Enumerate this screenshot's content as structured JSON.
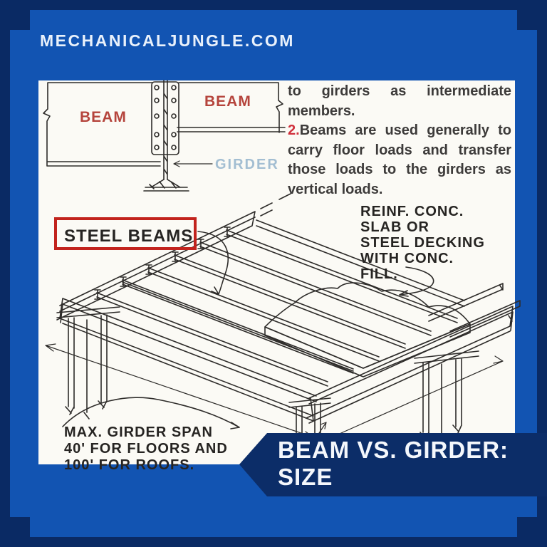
{
  "site_header": {
    "title": "MECHANICALJUNGLE.COM"
  },
  "banner": {
    "line1": "BEAM VS. GIRDER:",
    "line2": "SIZE"
  },
  "connection_diagram": {
    "left_beam_label": "BEAM",
    "right_beam_label": "BEAM",
    "girder_label": "GIRDER"
  },
  "article": {
    "continuation_text": "to girders as intermediate members.",
    "list_number": "2.",
    "point_text": "Beams are used generally to carry floor loads and transfer those loads to the girders as vertical loads."
  },
  "sketch": {
    "beams_box_label": "STEEL BEAMS",
    "slab_note": [
      "REINF. CONC.",
      "SLAB OR",
      "STEEL DECKING",
      "WITH CONC.",
      "FILL."
    ],
    "span_note": [
      "MAX. GIRDER SPAN",
      "40' FOR FLOORS AND",
      "100' FOR ROOFS."
    ]
  },
  "colors": {
    "background_blue": "#1254b2",
    "border_navy": "#0a2a64",
    "banner_navy": "#0c2d68",
    "panel_white": "#fbfaf5",
    "beam_label_red": "#b5443c",
    "highlight_box_red": "#c2231d",
    "list_number_red": "#d0303c",
    "girder_label_blue": "#a3bed2",
    "sketch_ink": "#2e2c2a"
  }
}
